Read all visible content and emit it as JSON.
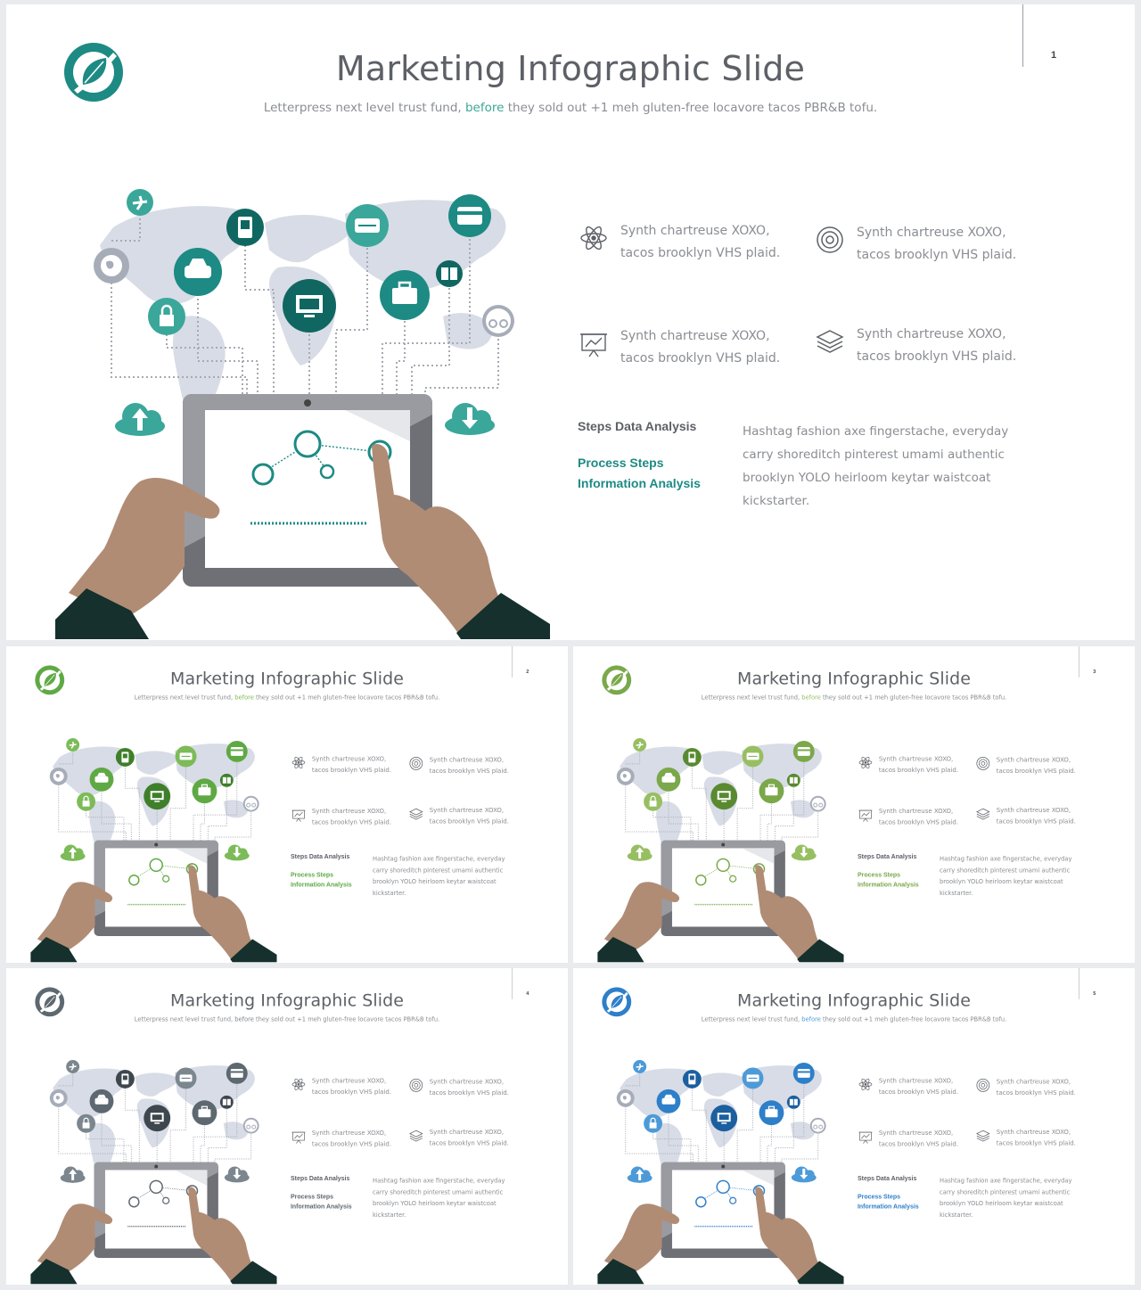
{
  "slides": [
    {
      "page": "1",
      "accent": "#1d8a84",
      "accent_light": "#3aa79a",
      "accent_dark": "#106762"
    },
    {
      "page": "2",
      "accent": "#5fa944",
      "accent_light": "#7cbb58",
      "accent_dark": "#3f7f2a"
    },
    {
      "page": "3",
      "accent": "#7aa84a",
      "accent_light": "#97bf62",
      "accent_dark": "#5a8a30"
    },
    {
      "page": "4",
      "accent": "#5d6870",
      "accent_light": "#7b868e",
      "accent_dark": "#3e474e"
    },
    {
      "page": "5",
      "accent": "#2e7fc9",
      "accent_light": "#4d9ad8",
      "accent_dark": "#1b5f9e"
    }
  ],
  "content": {
    "title": "Marketing Infographic Slide",
    "subtitle_before": "Letterpress next level trust fund, ",
    "subtitle_highlight": "before",
    "subtitle_after": " they sold out +1 meh gluten-free locavore tacos PBR&B tofu.",
    "feature_line1": "Synth chartreuse XOXO,",
    "feature_line2": "tacos brooklyn VHS plaid.",
    "features": [
      {
        "icon": "atom-icon"
      },
      {
        "icon": "target-icon"
      },
      {
        "icon": "presentation-board-icon"
      },
      {
        "icon": "layers-icon"
      }
    ],
    "steps_title": "Steps Data Analysis",
    "process_line1": "Process Steps",
    "process_line2": "Information Analysis",
    "description": "Hashtag fashion axe fingerstache, everyday carry shoreditch pinterest umami authentic brooklyn YOLO heirloom keytar waistcoat kickstarter."
  }
}
